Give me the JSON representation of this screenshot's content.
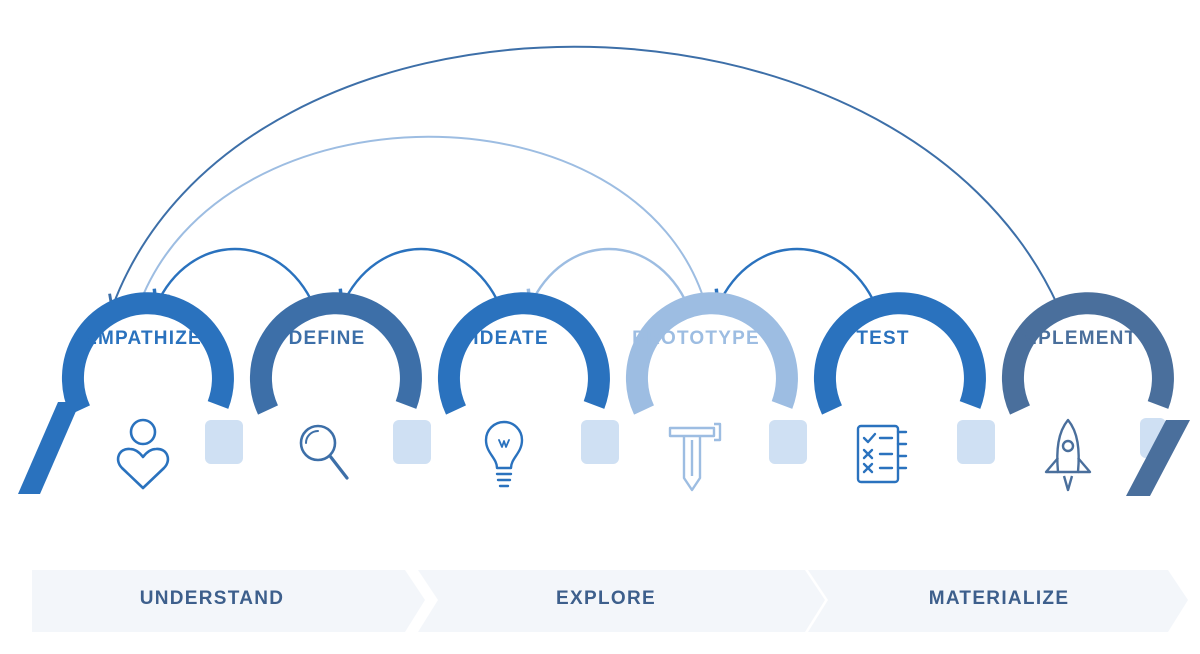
{
  "stages": [
    {
      "label": "EMPATHIZE",
      "icon": "person-heart-icon",
      "color": "#2a72be"
    },
    {
      "label": "DEFINE",
      "icon": "magnifier-icon",
      "color": "#3d6fa8"
    },
    {
      "label": "IDEATE",
      "icon": "lightbulb-icon",
      "color": "#2a72be"
    },
    {
      "label": "PROTOTYPE",
      "icon": "hammer-pencil-icon",
      "color": "#9dbde2"
    },
    {
      "label": "TEST",
      "icon": "checklist-icon",
      "color": "#2a72be"
    },
    {
      "label": "IMPLEMENT",
      "icon": "rocket-icon",
      "color": "#4a6f9c"
    }
  ],
  "phases": [
    {
      "label": "UNDERSTAND"
    },
    {
      "label": "EXPLORE"
    },
    {
      "label": "MATERIALIZE"
    }
  ],
  "colors": {
    "phase_text": "#3d5f8c",
    "phase_band": "#f3f6fa",
    "connector_light": "#cfe0f3",
    "arrow_dark": "#2a72be",
    "arrow_light": "#9dbde2",
    "arrow_implement": "#3d6fa8"
  }
}
